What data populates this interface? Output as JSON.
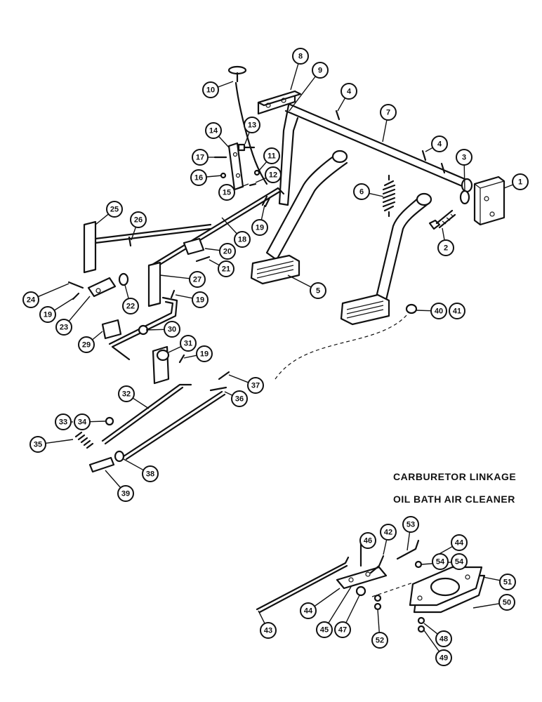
{
  "captions": {
    "line1": "CARBURETOR LINKAGE",
    "line2": "OIL BATH AIR CLEANER"
  },
  "callouts": [
    {
      "label": "1"
    },
    {
      "label": "2"
    },
    {
      "label": "3"
    },
    {
      "label": "4"
    },
    {
      "label": "4"
    },
    {
      "label": "5"
    },
    {
      "label": "6"
    },
    {
      "label": "7"
    },
    {
      "label": "8"
    },
    {
      "label": "9"
    },
    {
      "label": "10"
    },
    {
      "label": "11"
    },
    {
      "label": "12"
    },
    {
      "label": "13"
    },
    {
      "label": "14"
    },
    {
      "label": "15"
    },
    {
      "label": "16"
    },
    {
      "label": "17"
    },
    {
      "label": "18"
    },
    {
      "label": "19"
    },
    {
      "label": "19"
    },
    {
      "label": "19"
    },
    {
      "label": "19"
    },
    {
      "label": "20"
    },
    {
      "label": "21"
    },
    {
      "label": "22"
    },
    {
      "label": "23"
    },
    {
      "label": "24"
    },
    {
      "label": "25"
    },
    {
      "label": "26"
    },
    {
      "label": "27"
    },
    {
      "label": "29"
    },
    {
      "label": "30"
    },
    {
      "label": "31"
    },
    {
      "label": "32"
    },
    {
      "label": "33"
    },
    {
      "label": "34"
    },
    {
      "label": "35"
    },
    {
      "label": "36"
    },
    {
      "label": "37"
    },
    {
      "label": "38"
    },
    {
      "label": "39"
    },
    {
      "label": "40"
    },
    {
      "label": "41"
    },
    {
      "label": "42"
    },
    {
      "label": "43"
    },
    {
      "label": "44"
    },
    {
      "label": "44"
    },
    {
      "label": "45"
    },
    {
      "label": "46"
    },
    {
      "label": "47"
    },
    {
      "label": "48"
    },
    {
      "label": "49"
    },
    {
      "label": "50"
    },
    {
      "label": "51"
    },
    {
      "label": "52"
    },
    {
      "label": "53"
    },
    {
      "label": "54"
    },
    {
      "label": "54"
    }
  ]
}
